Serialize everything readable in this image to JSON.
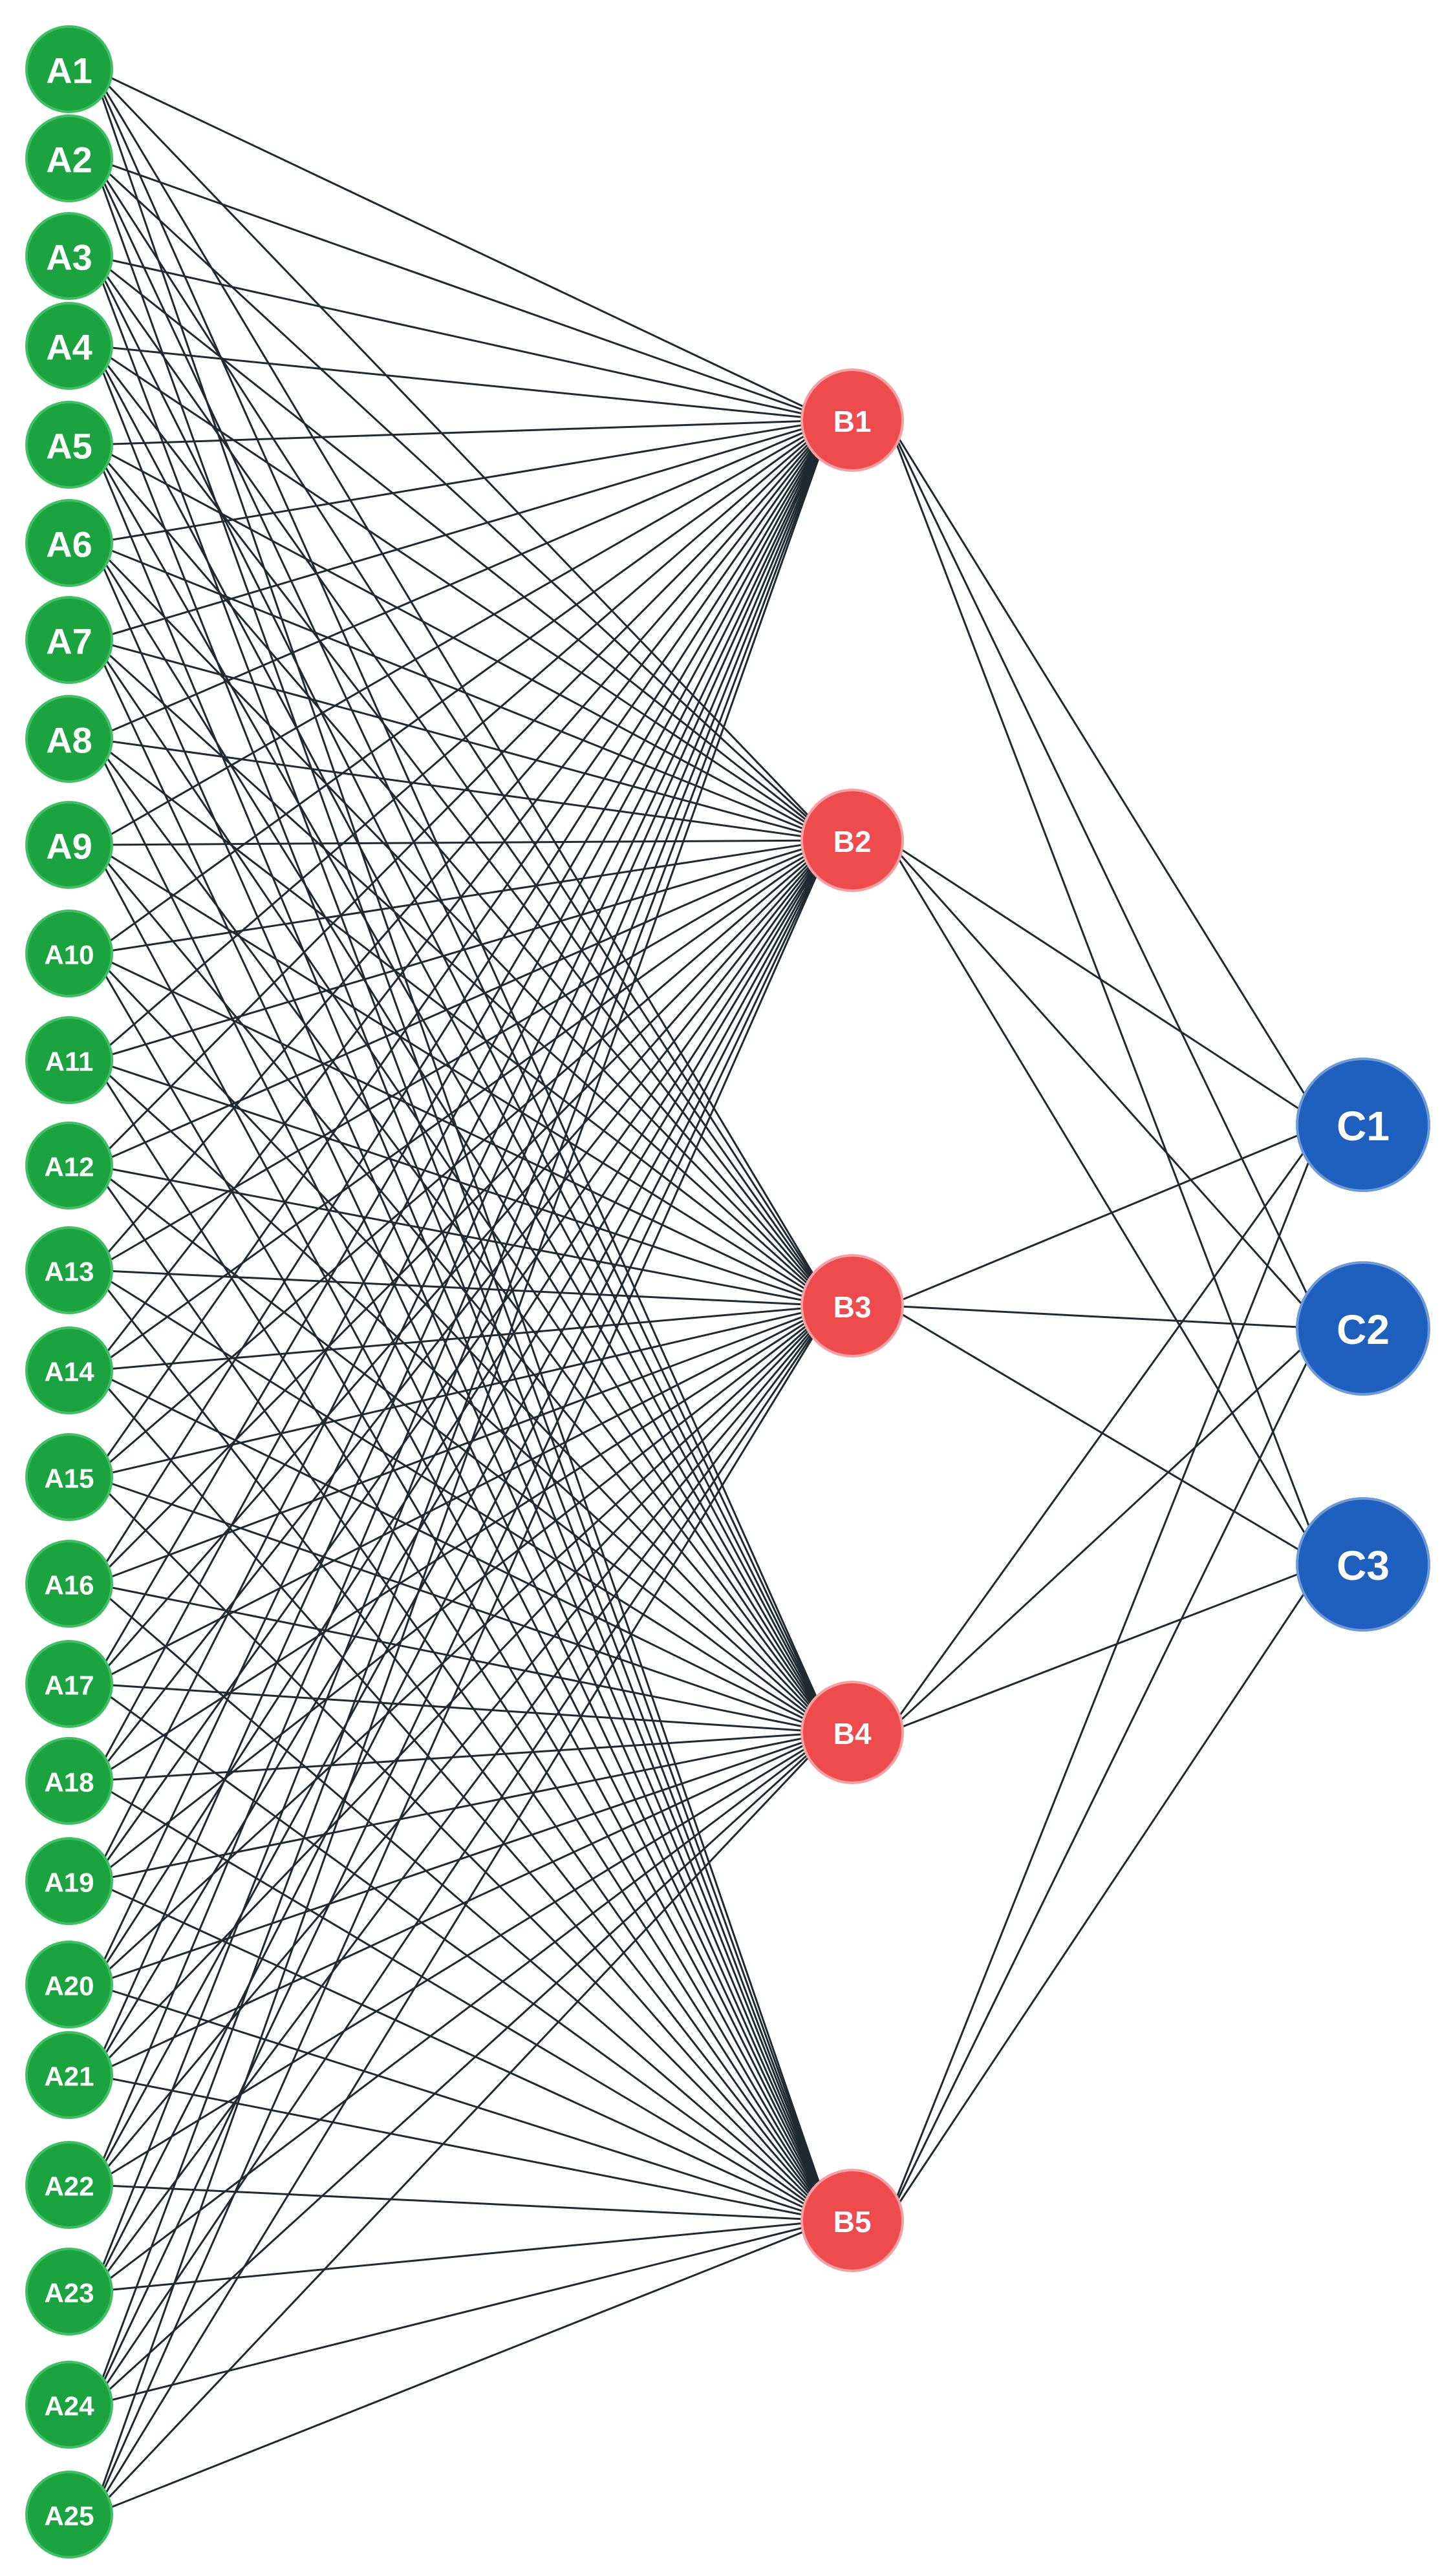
{
  "colors": {
    "input": "#1aa33f",
    "input_border": "#3ec062",
    "hidden": "#ee4b4f",
    "hidden_border": "#f6a0a2",
    "output": "#1f5fbd",
    "output_border": "#6d9ad8",
    "edge": "#1f2a30"
  },
  "layers": {
    "input": {
      "labels": [
        "A1",
        "A2",
        "A3",
        "A4",
        "A5",
        "A6",
        "A7",
        "A8",
        "A9",
        "A10",
        "A11",
        "A12",
        "A13",
        "A14",
        "A15",
        "A16",
        "A17",
        "A18",
        "A19",
        "A20",
        "A21",
        "A22",
        "A23",
        "A24",
        "A25"
      ]
    },
    "hidden": {
      "labels": [
        "B1",
        "B2",
        "B3",
        "B4",
        "B5"
      ]
    },
    "output": {
      "labels": [
        "C1",
        "C2",
        "C3"
      ]
    }
  },
  "connectivity": "fully-connected"
}
